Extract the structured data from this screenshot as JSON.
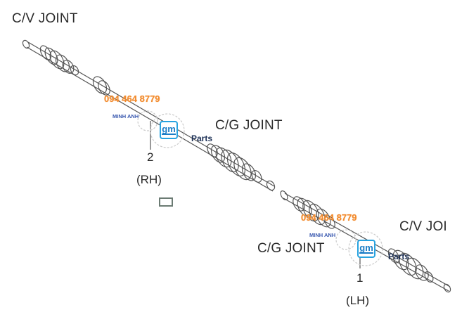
{
  "diagram": {
    "labels": {
      "cv_joint_top": "C/V JOINT",
      "cg_joint_upper": "C/G JOINT",
      "cg_joint_lower": "C/G JOINT",
      "cv_joint_right": "C/V JOI"
    },
    "callouts": [
      {
        "number": "2",
        "side": "(RH)"
      },
      {
        "number": "1",
        "side": "(LH)"
      }
    ],
    "watermarks": [
      {
        "phone": "094 464 8779",
        "shop": "MINH ANH",
        "logo": "gm",
        "suffix": "Parts"
      },
      {
        "phone": "094 464 8779",
        "shop": "MINH ANH",
        "logo": "gm",
        "suffix": "Parts"
      }
    ],
    "colors": {
      "line": "#444444",
      "watermark_orange": "#f28a2e",
      "watermark_blue": "#27a3e0"
    }
  }
}
